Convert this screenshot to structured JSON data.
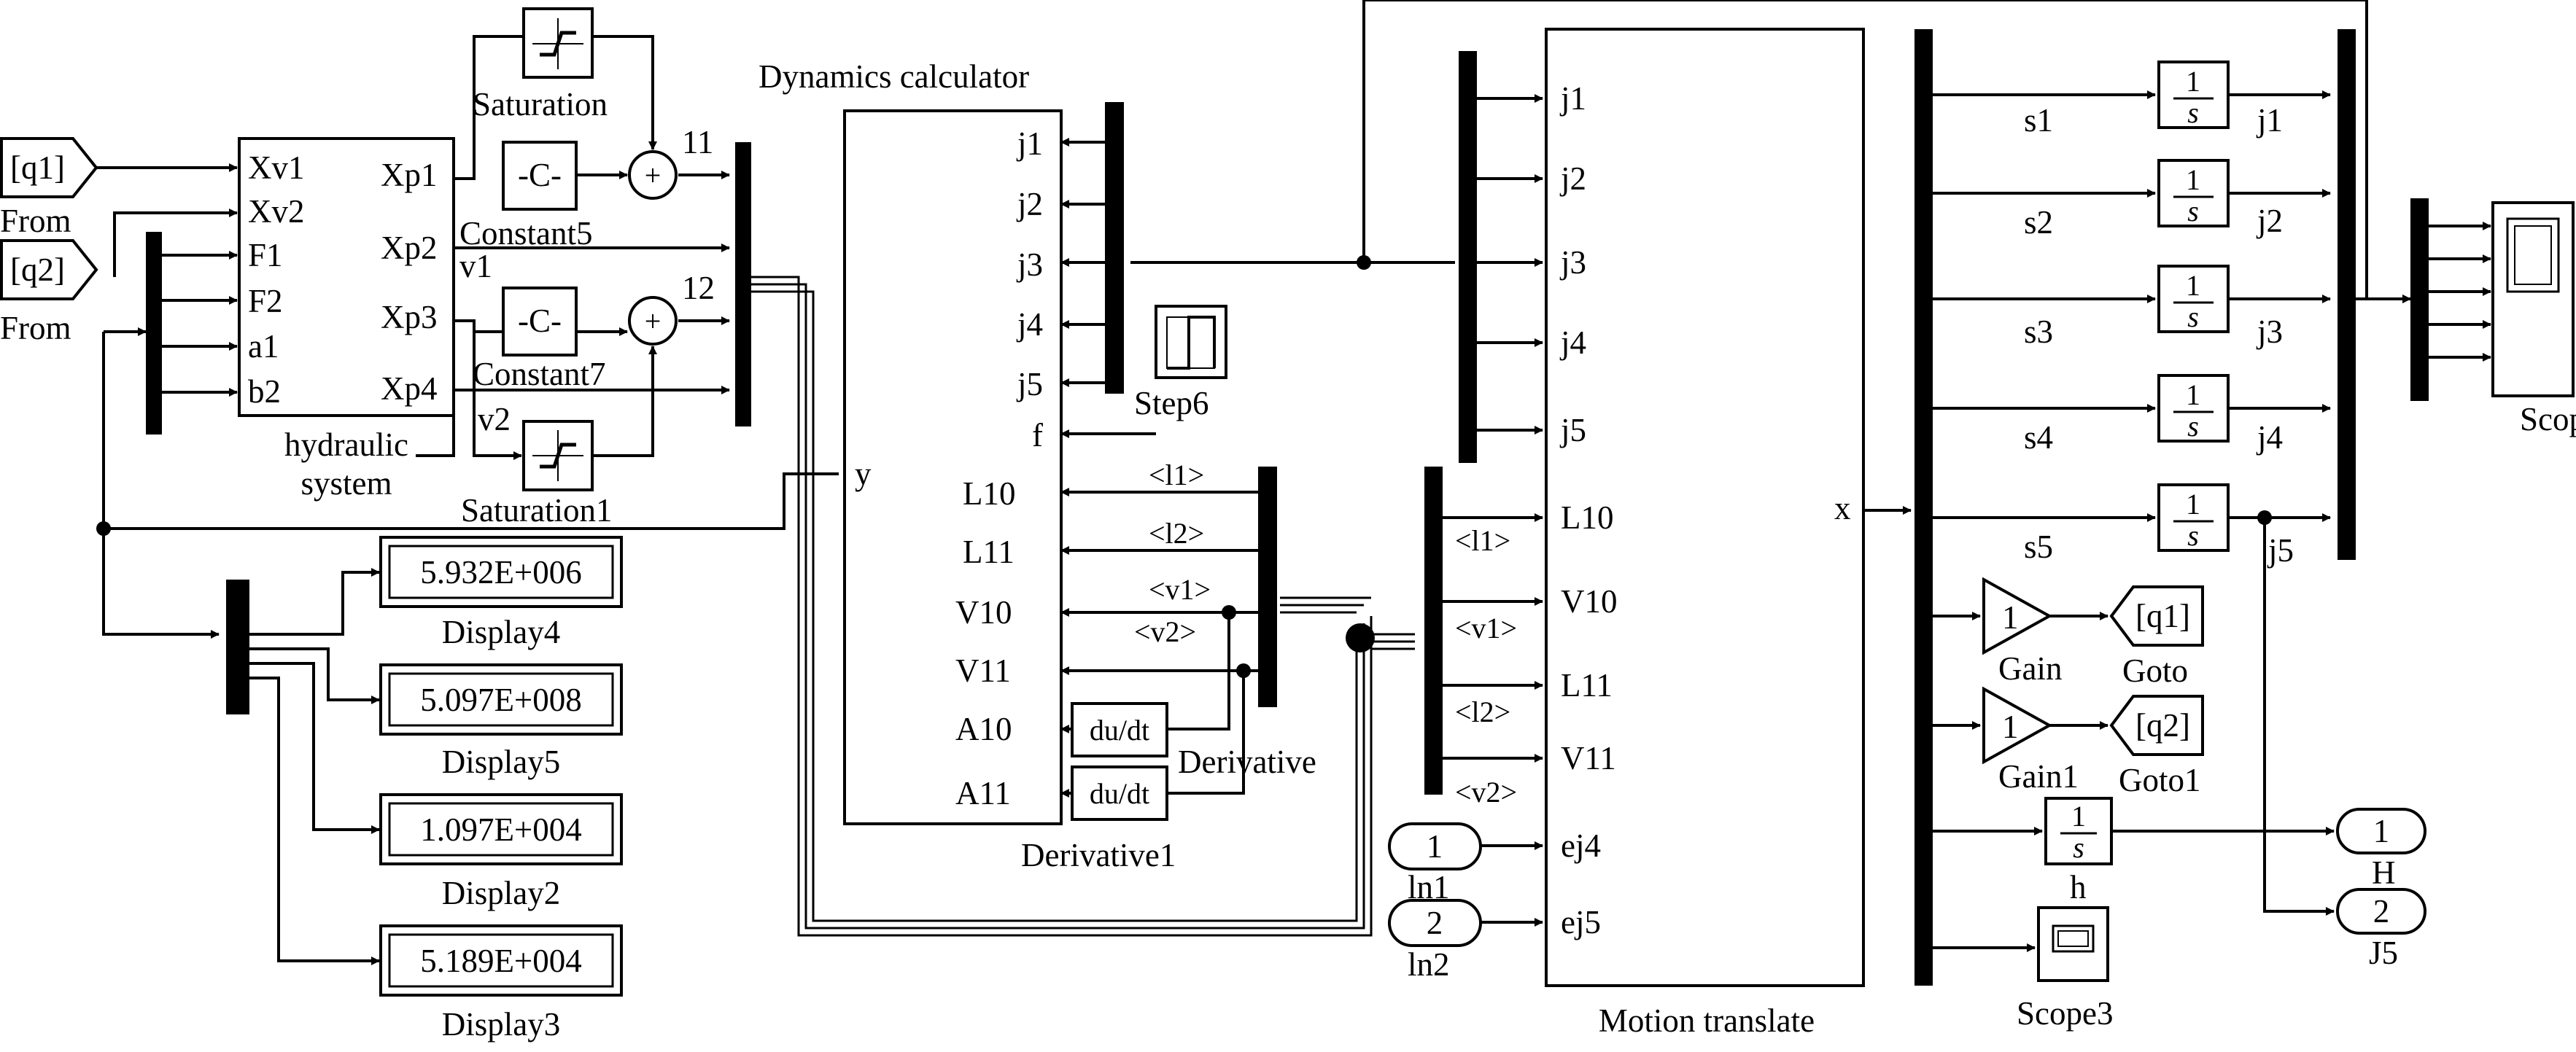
{
  "hydraulic": {
    "name_line1": "hydraulic",
    "name_line2": "system",
    "inputs": [
      "Xv1",
      "Xv2",
      "F1",
      "F2",
      "a1",
      "b2"
    ],
    "outputs": [
      "Xp1",
      "Xp2",
      "Xp3",
      "Xp4"
    ]
  },
  "from_blocks": [
    {
      "tag": "[q1]",
      "label": "From"
    },
    {
      "tag": "[q2]",
      "label": "From"
    }
  ],
  "saturation": {
    "label": "Saturation"
  },
  "saturation1": {
    "label": "Saturation1"
  },
  "constant5": {
    "value": "-C-",
    "label": "Constant5"
  },
  "constant7": {
    "value": "-C-",
    "label": "Constant7"
  },
  "sum_labels": {
    "s11": "11",
    "s12": "12"
  },
  "signals": {
    "v1": "v1",
    "v2": "v2"
  },
  "dynamics": {
    "title": "Dynamics calculator",
    "output_port": "y",
    "inputs": [
      "j1",
      "j2",
      "j3",
      "j4",
      "j5",
      "f",
      "L10",
      "L11",
      "V10",
      "V11",
      "A10",
      "A11"
    ]
  },
  "step6": {
    "label": "Step6"
  },
  "derivative": {
    "label": "Derivative",
    "expr": "du/dt"
  },
  "derivative1": {
    "label": "Derivative1",
    "expr": "du/dt"
  },
  "bus_signals": [
    "<l1>",
    "<l2>",
    "<v1>",
    "<v2>"
  ],
  "displays": [
    {
      "value": "5.932E+006",
      "label": "Display4"
    },
    {
      "value": "5.097E+008",
      "label": "Display5"
    },
    {
      "value": "1.097E+004",
      "label": "Display2"
    },
    {
      "value": "5.189E+004",
      "label": "Display3"
    }
  ],
  "motion": {
    "title": "Motion translate",
    "output_port": "x",
    "inputs": [
      "j1",
      "j2",
      "j3",
      "j4",
      "j5",
      "L10",
      "V10",
      "L11",
      "V11",
      "ej4",
      "ej5"
    ]
  },
  "motion_bus_signals": [
    "<l1>",
    "<v1>",
    "<l2>",
    "<v2>"
  ],
  "inports": [
    {
      "num": "1",
      "label": "ln1"
    },
    {
      "num": "2",
      "label": "ln2"
    }
  ],
  "integrators": {
    "expr_num": "1",
    "expr_den": "s",
    "in_labels": [
      "s1",
      "s2",
      "s3",
      "s4",
      "s5"
    ],
    "out_labels": [
      "j1",
      "j2",
      "j3",
      "j4",
      "j5"
    ]
  },
  "scope": {
    "label": "Scope"
  },
  "scope3": {
    "label": "Scope3"
  },
  "gain": {
    "value": "1",
    "label": "Gain"
  },
  "gain1": {
    "value": "1",
    "label": "Gain1"
  },
  "goto": {
    "tag": "[q1]",
    "label": "Goto"
  },
  "goto1": {
    "tag": "[q2]",
    "label": "Goto1"
  },
  "integrator_h": {
    "label": "h"
  },
  "outports": [
    {
      "num": "1",
      "label": "H"
    },
    {
      "num": "2",
      "label": "J5"
    }
  ]
}
